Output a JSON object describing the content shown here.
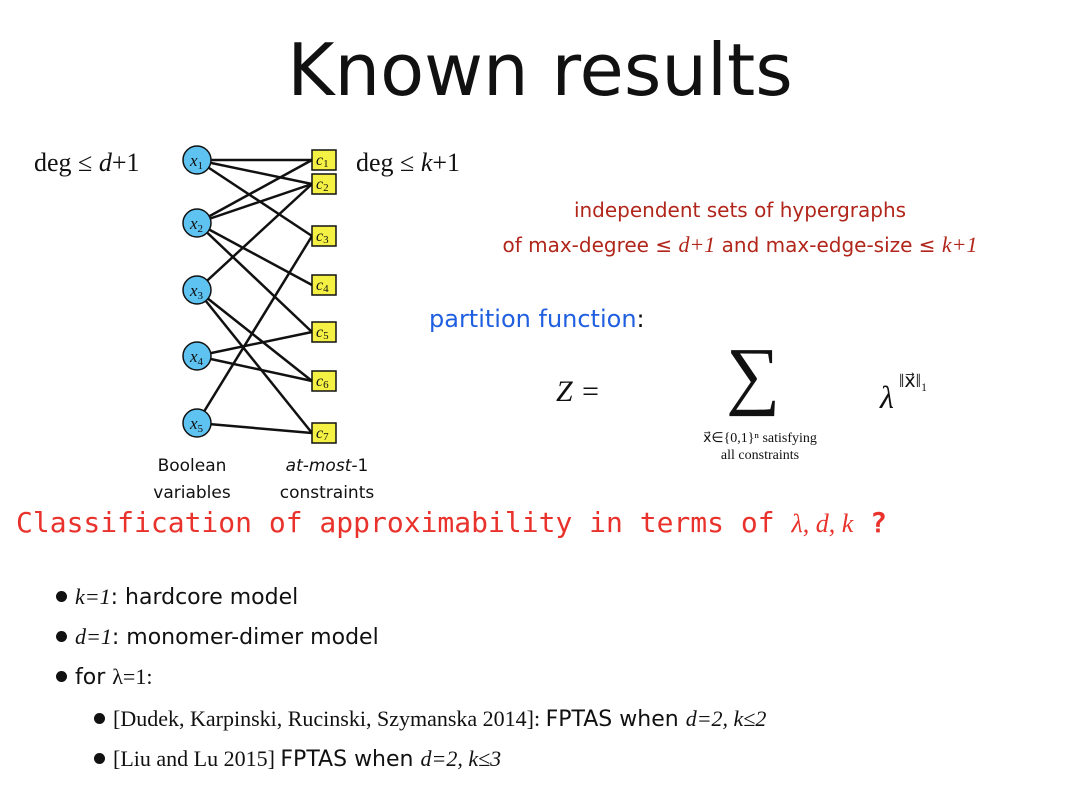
{
  "title": "Known results",
  "graph": {
    "deg_left_prefix": "deg ≤ ",
    "deg_left_var": "d",
    "deg_left_suffix": "+1",
    "deg_right_prefix": "deg ≤ ",
    "deg_right_var": "k",
    "deg_right_suffix": "+1",
    "variables": [
      {
        "letter": "x",
        "sub": "1"
      },
      {
        "letter": "x",
        "sub": "2"
      },
      {
        "letter": "x",
        "sub": "3"
      },
      {
        "letter": "x",
        "sub": "4"
      },
      {
        "letter": "x",
        "sub": "5"
      }
    ],
    "constraints": [
      {
        "letter": "c",
        "sub": "1"
      },
      {
        "letter": "c",
        "sub": "2"
      },
      {
        "letter": "c",
        "sub": "3"
      },
      {
        "letter": "c",
        "sub": "4"
      },
      {
        "letter": "c",
        "sub": "5"
      },
      {
        "letter": "c",
        "sub": "6"
      },
      {
        "letter": "c",
        "sub": "7"
      }
    ],
    "edges": [
      [
        0,
        0
      ],
      [
        0,
        1
      ],
      [
        0,
        2
      ],
      [
        1,
        0
      ],
      [
        1,
        1
      ],
      [
        1,
        3
      ],
      [
        1,
        4
      ],
      [
        2,
        1
      ],
      [
        2,
        5
      ],
      [
        2,
        6
      ],
      [
        3,
        4
      ],
      [
        3,
        5
      ],
      [
        4,
        2
      ],
      [
        4,
        6
      ]
    ],
    "var_label_1": "Boolean",
    "var_label_2": "variables",
    "con_label_1a": "at-most-",
    "con_label_1b": "1",
    "con_label_2": "constraints",
    "var_fill": "#5fc3f2",
    "con_fill": "#f4f044"
  },
  "hyper_line1": "independent sets of hypergraphs",
  "hyper_line2_a": "of max-degree ≤ ",
  "hyper_line2_b": "d+1",
  "hyper_line2_c": " and max-edge-size ≤ ",
  "hyper_line2_d": "k+1",
  "partition_label": "partition function",
  "partition_colon": ":",
  "formula": {
    "lhs": "Z =",
    "sum": "∑",
    "sub_line1": "x⃗∈{0,1}ⁿ satisfying",
    "sub_line2": "all constraints",
    "term": "λ",
    "exponent": "‖x⃗‖₁"
  },
  "classification_a": "Classification of approximability in terms of ",
  "classification_b": "λ, d, k",
  "classification_c": " ?",
  "bullets": [
    {
      "math": "k=1",
      "text": ": hardcore model"
    },
    {
      "math": "d=1",
      "text": ": monomer-dimer model"
    },
    {
      "pre": "for ",
      "math": "λ=1:"
    }
  ],
  "sub_bullets": [
    {
      "cite": "[Dudek, Karpinski, Rucinski, Szymanska 2014]: ",
      "text": "FPTAS when ",
      "cond": "d=2, k≤2"
    },
    {
      "cite": "[Liu and Lu 2015] ",
      "text": "FPTAS when ",
      "cond": "d=2, k≤3"
    }
  ]
}
